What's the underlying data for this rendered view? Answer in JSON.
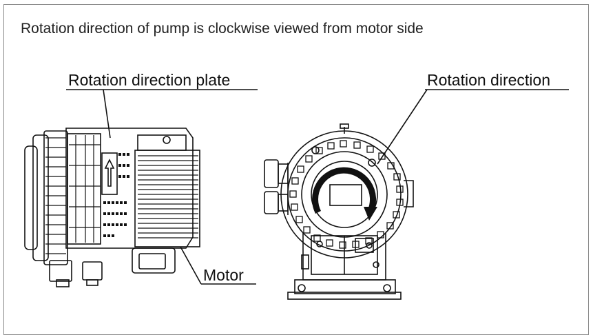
{
  "caption": "Rotation direction of pump is clockwise viewed from motor side",
  "labels": {
    "rotation_plate": "Rotation direction plate",
    "rotation_direction": "Rotation direction",
    "motor": "Motor"
  },
  "colors": {
    "frame": "#8a8a8a",
    "ink": "#111111"
  }
}
